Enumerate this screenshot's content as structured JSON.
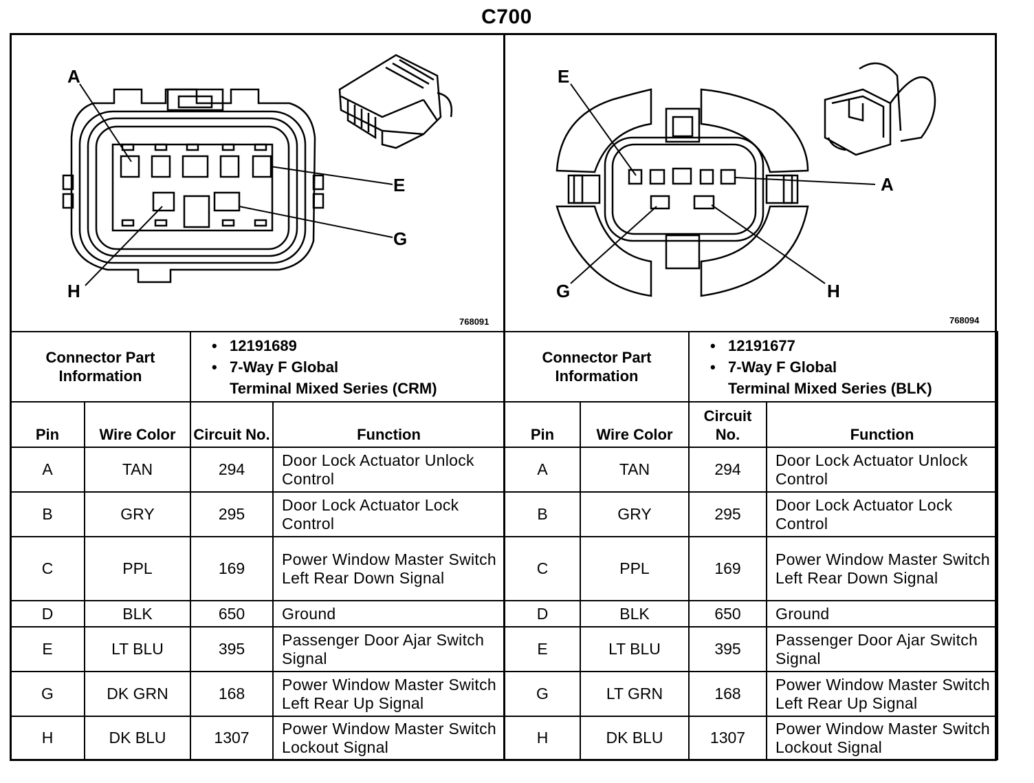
{
  "title": "C700",
  "left": {
    "figure_number": "768091",
    "callouts": {
      "a": "A",
      "e": "E",
      "g": "G",
      "h": "H"
    },
    "part_info_label": "Connector Part Information",
    "part_number": "12191689",
    "part_desc_1": "7-Way F Global",
    "part_desc_2": "Terminal Mixed Series (CRM)",
    "headers": {
      "pin": "Pin",
      "wire_color": "Wire Color",
      "circuit": "Circuit No.",
      "function": "Function"
    },
    "rows": [
      {
        "pin": "A",
        "color": "TAN",
        "circuit": "294",
        "function": "Door Lock Actuator Unlock Control"
      },
      {
        "pin": "B",
        "color": "GRY",
        "circuit": "295",
        "function": "Door Lock Actuator Lock Control"
      },
      {
        "pin": "C",
        "color": "PPL",
        "circuit": "169",
        "function": "Power Window Master Switch Left Rear Down Signal"
      },
      {
        "pin": "D",
        "color": "BLK",
        "circuit": "650",
        "function": "Ground"
      },
      {
        "pin": "E",
        "color": "LT BLU",
        "circuit": "395",
        "function": "Passenger Door Ajar Switch Signal"
      },
      {
        "pin": "G",
        "color": "DK GRN",
        "circuit": "168",
        "function": "Power Window Master Switch Left Rear Up Signal"
      },
      {
        "pin": "H",
        "color": "DK BLU",
        "circuit": "1307",
        "function": "Power Window Master Switch Lockout Signal"
      }
    ]
  },
  "right": {
    "figure_number": "768094",
    "callouts": {
      "a": "A",
      "e": "E",
      "g": "G",
      "h": "H"
    },
    "part_info_label": "Connector Part Information",
    "part_number": "12191677",
    "part_desc_1": "7-Way F Global",
    "part_desc_2": "Terminal Mixed Series (BLK)",
    "headers": {
      "pin": "Pin",
      "wire_color": "Wire Color",
      "circuit": "Circuit No.",
      "function": "Function"
    },
    "rows": [
      {
        "pin": "A",
        "color": "TAN",
        "circuit": "294",
        "function": "Door Lock Actuator Unlock Control"
      },
      {
        "pin": "B",
        "color": "GRY",
        "circuit": "295",
        "function": "Door Lock Actuator Lock Control"
      },
      {
        "pin": "C",
        "color": "PPL",
        "circuit": "169",
        "function": "Power Window Master Switch Left Rear Down Signal"
      },
      {
        "pin": "D",
        "color": "BLK",
        "circuit": "650",
        "function": "Ground"
      },
      {
        "pin": "E",
        "color": "LT BLU",
        "circuit": "395",
        "function": "Passenger Door Ajar Switch Signal"
      },
      {
        "pin": "G",
        "color": "LT GRN",
        "circuit": "168",
        "function": "Power Window Master Switch Left Rear Up Signal"
      },
      {
        "pin": "H",
        "color": "DK BLU",
        "circuit": "1307",
        "function": "Power Window Master Switch Lockout Signal"
      }
    ]
  }
}
